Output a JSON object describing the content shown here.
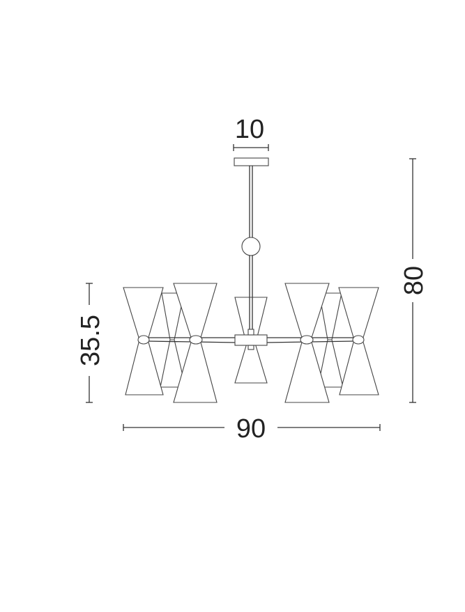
{
  "diagram": {
    "subject": "chandelier",
    "dimensions": {
      "canopy_width": "10",
      "total_height": "80",
      "shade_height": "35.5",
      "total_width": "90"
    },
    "colors": {
      "line": "#333333",
      "background": "#ffffff"
    }
  }
}
